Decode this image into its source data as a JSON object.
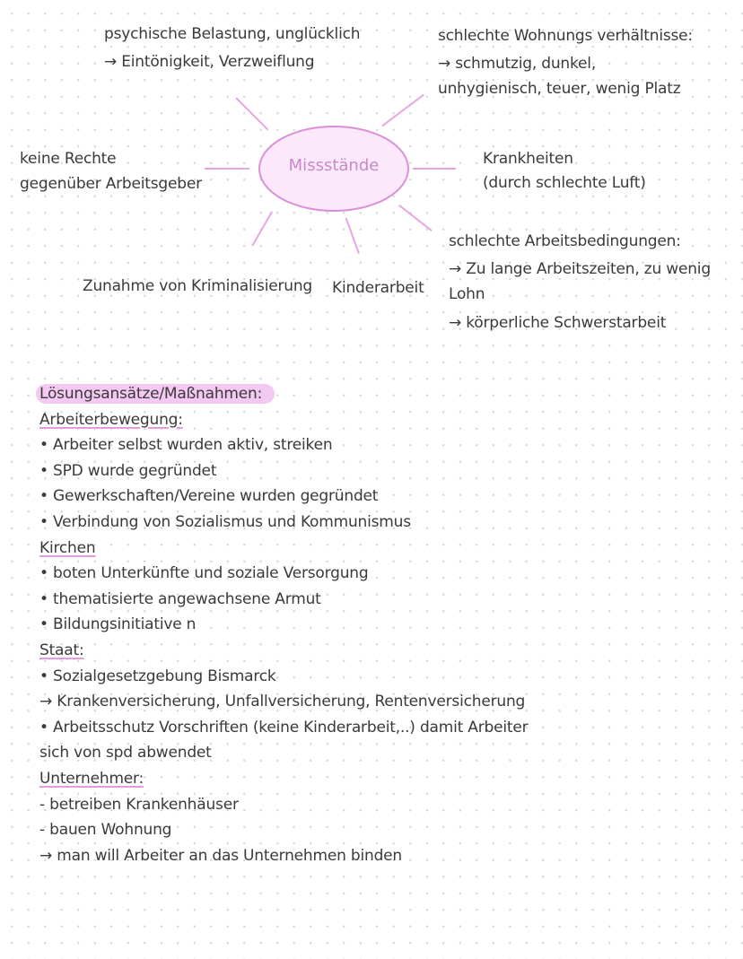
{
  "mindmap": {
    "center": "Missstände",
    "top_left": [
      "psychische Belastung, unglücklich",
      "→ Eintönigkeit, Verzweiflung"
    ],
    "top_right": [
      "schlechte Wohnungs verhältnisse:",
      "→ schmutzig, dunkel,",
      "unhygienisch, teuer, wenig Platz"
    ],
    "left": [
      "keine Rechte",
      "gegenüber Arbeitsgeber"
    ],
    "right": [
      "Krankheiten",
      "(durch schlechte Luft)"
    ],
    "bottom_left": "Zunahme von Kriminalisierung",
    "bottom": "Kinderarbeit",
    "bottom_right": [
      "schlechte Arbeitsbedingungen:",
      "→ Zu lange Arbeitszeiten, zu wenig",
      "Lohn",
      "→ körperliche Schwerstarbeit"
    ]
  },
  "solutions": {
    "title": "Lösungsansätze/Maßnahmen:",
    "sections": [
      {
        "heading": "Arbeiterbewegung:",
        "lines": [
          "• Arbeiter selbst wurden aktiv, streiken",
          "• SPD wurde gegründet",
          "• Gewerkschaften/Vereine wurden gegründet",
          "• Verbindung von Sozialismus und Kommunismus"
        ]
      },
      {
        "heading": "Kirchen",
        "lines": [
          "• boten Unterkünfte und soziale Versorgung",
          "• thematisierte angewachsene Armut",
          "• Bildungsinitiative n"
        ]
      },
      {
        "heading": "Staat:",
        "lines": [
          "• Sozialgesetzgebung Bismarck",
          "→ Krankenversicherung, Unfallversicherung, Rentenversicherung",
          "• Arbeitsschutz Vorschriften (keine Kinderarbeit,..) damit Arbeiter",
          "sich von spd abwendet"
        ]
      },
      {
        "heading": "Unternehmer:",
        "lines": [
          "- betreiben Krankenhäuser",
          "- bauen Wohnung",
          "→ man will Arbeiter an das Unternehmen binden"
        ]
      }
    ]
  }
}
